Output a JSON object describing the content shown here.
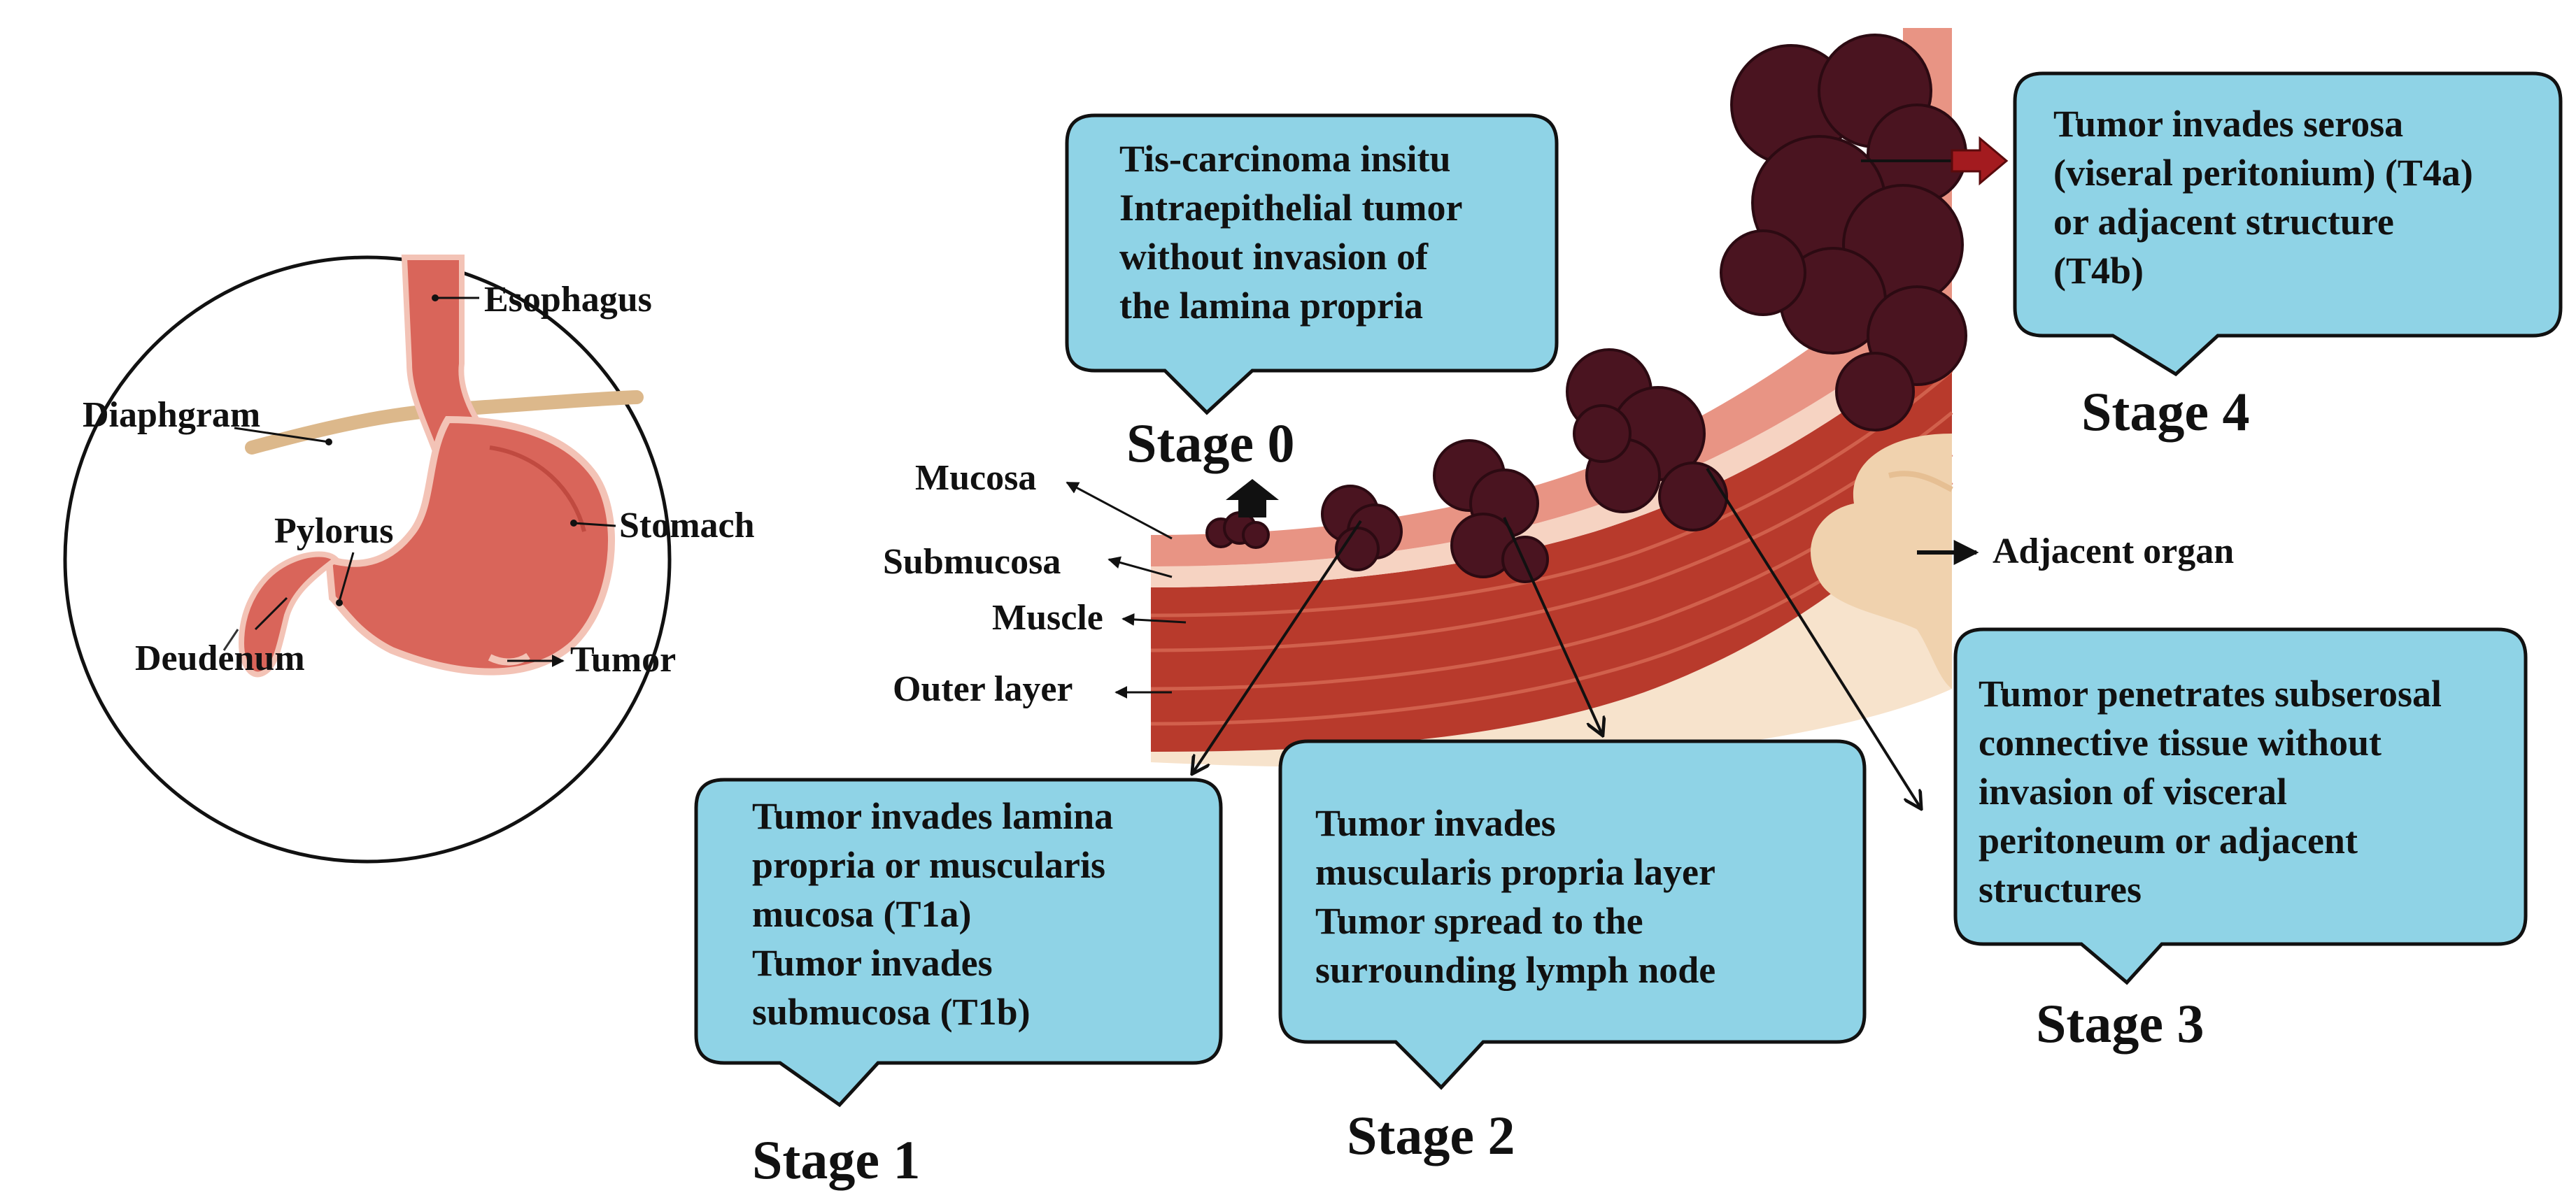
{
  "anatomy": {
    "esophagus": "Esophagus",
    "diaphragm": "Diaphgram",
    "pylorus": "Pylorus",
    "stomach": "Stomach",
    "duodenum": "Deudenum",
    "tumor": "Tumor"
  },
  "layers": {
    "mucosa": "Mucosa",
    "submucosa": "Submucosa",
    "muscle": "Muscle",
    "outer": "Outer layer",
    "adjacent_organ": "Adjacent organ"
  },
  "stages": {
    "s0": {
      "title": "Stage 0",
      "lines": [
        "Tis-carcinoma insitu",
        "Intraepithelial tumor",
        "without invasion of",
        "the lamina propria"
      ]
    },
    "s1": {
      "title": "Stage 1",
      "lines": [
        "Tumor invades lamina",
        "propria or muscularis",
        "mucosa (T1a)",
        "Tumor invades",
        "submucosa (T1b)"
      ]
    },
    "s2": {
      "title": "Stage 2",
      "lines": [
        "Tumor invades",
        "muscularis propria layer",
        "Tumor spread to the",
        "surrounding lymph node"
      ]
    },
    "s3": {
      "title": "Stage 3",
      "lines": [
        "Tumor penetrates subserosal",
        "connective tissue without",
        "invasion of visceral",
        "peritoneum or adjacent",
        "structures"
      ]
    },
    "s4": {
      "title": "Stage 4",
      "lines": [
        "Tumor invades serosa",
        "(viseral peritonium) (T4a)",
        "or adjacent structure",
        "(T4b)"
      ]
    }
  },
  "colors": {
    "bubble": "#8fd3e6",
    "tumor": "#4a1420",
    "stomach": "#d9655a",
    "muscle": "#b83a2c",
    "diaphragm": "#dcb88b"
  }
}
